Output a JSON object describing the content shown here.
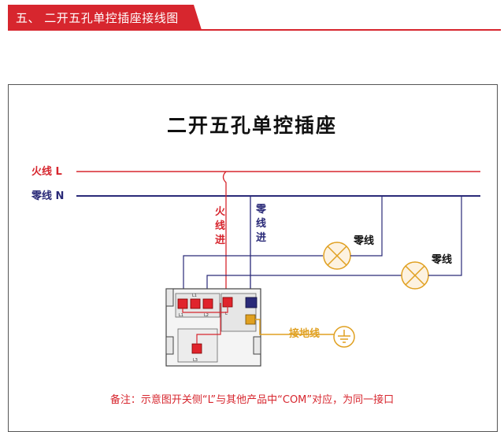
{
  "section_header": {
    "title": "五、 二开五孔单控插座接线图"
  },
  "diagram": {
    "title": "二开五孔单控插座",
    "live_line_label": "火线 L",
    "neutral_line_label": "零线 N",
    "live_in_label": [
      "火",
      "线",
      "进"
    ],
    "neutral_in_label": [
      "零",
      "线",
      "进"
    ],
    "lamp1_neutral_label": "零线",
    "lamp2_neutral_label": "零线",
    "ground_label": "接地线",
    "terminal_labels": [
      "L1",
      "L1",
      "L2",
      "L",
      "L3"
    ],
    "note": "备注：示意图开关侧“L”与其他产品中“COM”对应，为同一接口"
  },
  "colors": {
    "live": "#d7262e",
    "neutral": "#2a2a78",
    "ground": "#e0a020",
    "header": "#d7262e"
  }
}
